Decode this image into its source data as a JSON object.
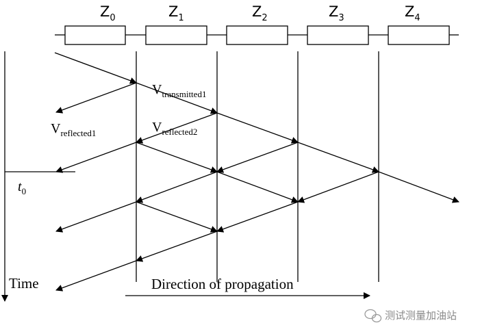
{
  "impedances": [
    {
      "name": "Z",
      "sub": "0"
    },
    {
      "name": "Z",
      "sub": "1"
    },
    {
      "name": "Z",
      "sub": "2"
    },
    {
      "name": "Z",
      "sub": "3"
    },
    {
      "name": "Z",
      "sub": "4"
    }
  ],
  "labels": {
    "transmitted": {
      "main": "V",
      "sub": "transmitted1"
    },
    "reflected1": {
      "main": "V",
      "sub": "reflected1"
    },
    "reflected2": {
      "main": "V",
      "sub": "reflected2"
    },
    "t0": {
      "main": "t",
      "sub": "0"
    },
    "time": "Time",
    "direction": "Direction of propagation"
  },
  "watermark": "测试测量加油站"
}
